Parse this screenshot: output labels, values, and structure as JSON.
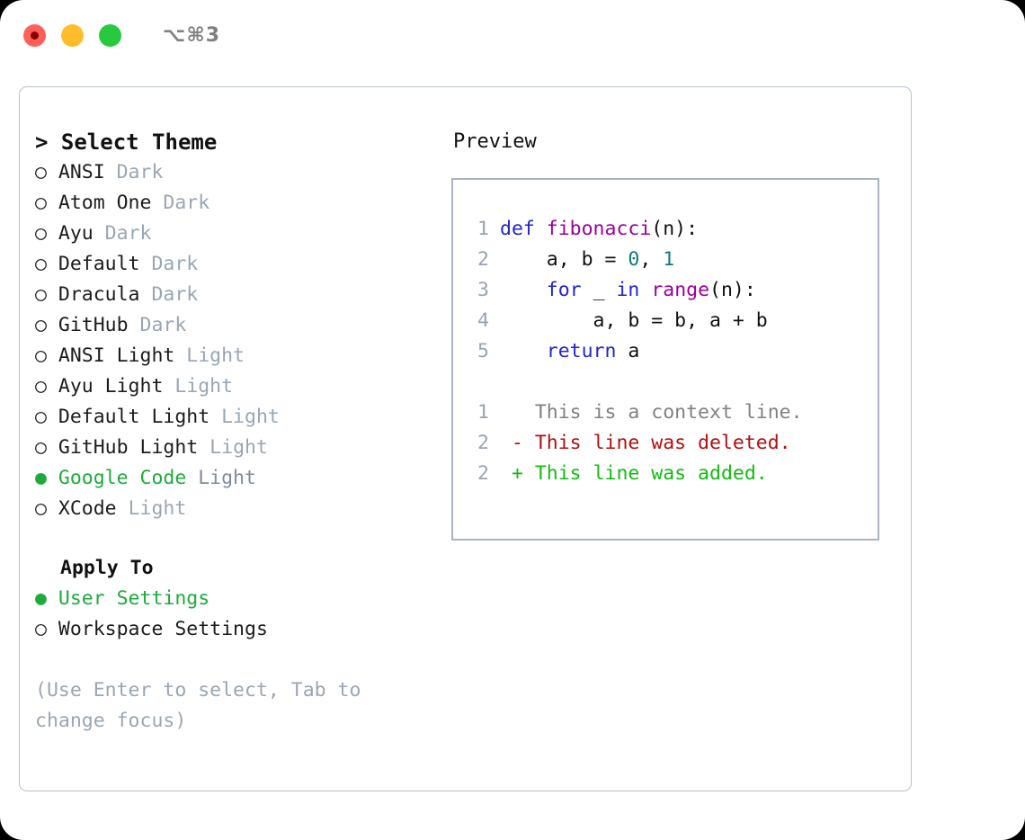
{
  "titlebar": {
    "shortcut": "⌥⌘3",
    "lights": [
      {
        "name": "close",
        "color": "#ff6058"
      },
      {
        "name": "minimize",
        "color": "#ffbd2e"
      },
      {
        "name": "zoom",
        "color": "#28c83f"
      }
    ]
  },
  "theme_list": {
    "heading": "> Select Theme",
    "selected_bullet": "●",
    "unselected_bullet": "○",
    "items": [
      {
        "name": "ANSI",
        "kind": "Dark",
        "selected": false
      },
      {
        "name": "Atom One",
        "kind": "Dark",
        "selected": false
      },
      {
        "name": "Ayu",
        "kind": "Dark",
        "selected": false
      },
      {
        "name": "Default",
        "kind": "Dark",
        "selected": false
      },
      {
        "name": "Dracula",
        "kind": "Dark",
        "selected": false
      },
      {
        "name": "GitHub",
        "kind": "Dark",
        "selected": false
      },
      {
        "name": "ANSI Light",
        "kind": "Light",
        "selected": false
      },
      {
        "name": "Ayu Light",
        "kind": "Light",
        "selected": false
      },
      {
        "name": "Default Light",
        "kind": "Light",
        "selected": false
      },
      {
        "name": "GitHub Light",
        "kind": "Light",
        "selected": false
      },
      {
        "name": "Google Code",
        "kind": "Light",
        "selected": true
      },
      {
        "name": "XCode",
        "kind": "Light",
        "selected": false
      }
    ]
  },
  "apply_to": {
    "heading": "Apply To",
    "options": [
      {
        "label": "User Settings",
        "selected": true
      },
      {
        "label": "Workspace Settings",
        "selected": false
      }
    ]
  },
  "hint": "(Use Enter to select, Tab to change focus)",
  "preview": {
    "heading": "Preview",
    "code_lines": [
      {
        "ln": "1",
        "tokens": [
          {
            "t": "def ",
            "c": "kw"
          },
          {
            "t": "fibonacci",
            "c": "fn"
          },
          {
            "t": "(n):",
            "c": "pun"
          }
        ]
      },
      {
        "ln": "2",
        "tokens": [
          {
            "t": "    a, b = ",
            "c": "pun"
          },
          {
            "t": "0",
            "c": "num"
          },
          {
            "t": ", ",
            "c": "pun"
          },
          {
            "t": "1",
            "c": "num"
          }
        ]
      },
      {
        "ln": "3",
        "tokens": [
          {
            "t": "    ",
            "c": "pun"
          },
          {
            "t": "for",
            "c": "kw"
          },
          {
            "t": " _ ",
            "c": "pun"
          },
          {
            "t": "in",
            "c": "kw"
          },
          {
            "t": " ",
            "c": "pun"
          },
          {
            "t": "range",
            "c": "fn"
          },
          {
            "t": "(n):",
            "c": "pun"
          }
        ]
      },
      {
        "ln": "4",
        "tokens": [
          {
            "t": "        a, b = b, a + b",
            "c": "pun"
          }
        ]
      },
      {
        "ln": "5",
        "tokens": [
          {
            "t": "    ",
            "c": "pun"
          },
          {
            "t": "return",
            "c": "kw"
          },
          {
            "t": " a",
            "c": "pun"
          }
        ]
      }
    ],
    "diff_lines": [
      {
        "ln": "1",
        "marker": " ",
        "text": "This is a context line.",
        "kind": "d-ctx"
      },
      {
        "ln": "2",
        "marker": "-",
        "text": "This line was deleted.",
        "kind": "d-del"
      },
      {
        "ln": "2",
        "marker": "+",
        "text": "This line was added.",
        "kind": "d-add"
      }
    ]
  },
  "colors": {
    "accent_green": "#1faa3c",
    "muted": "#9aa6b4",
    "keyword": "#2424cc",
    "function": "#9b009b",
    "number": "#0f7a7a",
    "diff_add": "#12bb12",
    "diff_del": "#b01010",
    "panel_border": "#b8c2ce",
    "preview_border": "#a8b4c4"
  }
}
